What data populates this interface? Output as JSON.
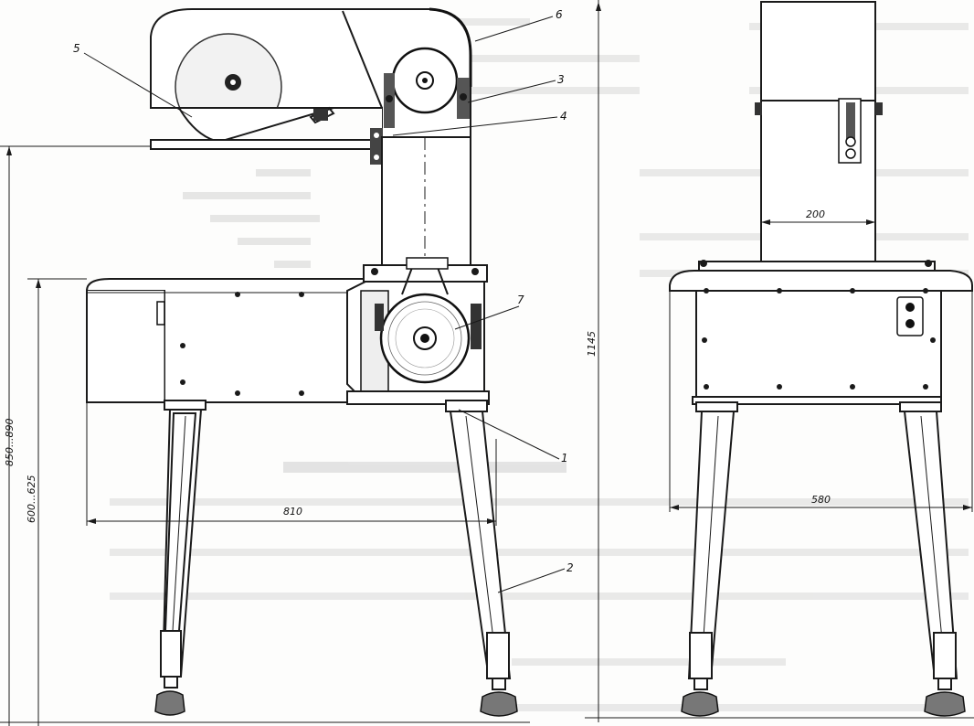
{
  "figure": {
    "callouts": [
      "1",
      "2",
      "3",
      "4",
      "5",
      "6",
      "7"
    ],
    "dimensions": {
      "overall_height": "1145",
      "leg_width": "810",
      "width_front": "580",
      "column_width": "200",
      "total_height_range": "850...890",
      "table_height_range": "600...625"
    }
  }
}
